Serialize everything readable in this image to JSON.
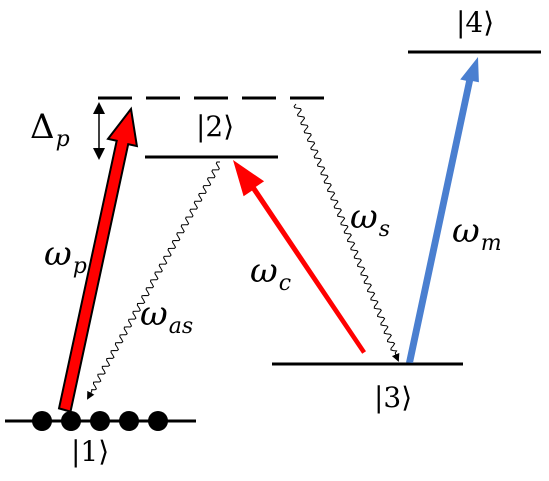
{
  "states": {
    "s1": "|1⟩",
    "s2": "|2⟩",
    "s3": "|3⟩",
    "s4": "|4⟩"
  },
  "labels": {
    "detuning": {
      "symbol": "Δ",
      "sub": "p"
    },
    "pump": {
      "symbol": "ω",
      "sub": "p"
    },
    "anti_stokes": {
      "symbol": "ω",
      "sub": "as"
    },
    "coupling": {
      "symbol": "ω",
      "sub": "c"
    },
    "stokes": {
      "symbol": "ω",
      "sub": "s"
    },
    "microwave": {
      "symbol": "ω",
      "sub": "m"
    }
  },
  "population_dots_count": 5,
  "colors": {
    "pump": "#ff0000",
    "coupling": "#ff0000",
    "microwave": "#4a7fd0",
    "level": "#000000"
  }
}
